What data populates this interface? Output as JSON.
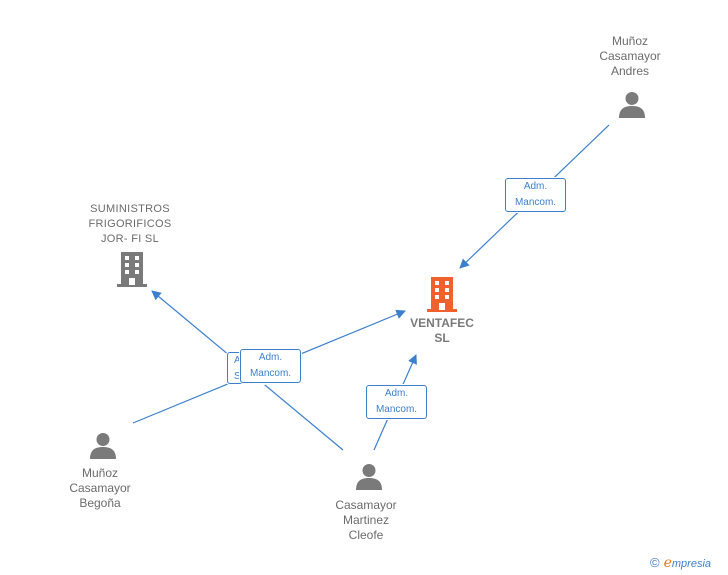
{
  "nodes": {
    "munoz_andres": {
      "label": "Muñoz\nCasamayor\nAndres",
      "icon": "person-icon"
    },
    "suministros": {
      "label": "SUMINISTROS\nFRIGORIFICOS\nJOR- FI SL",
      "icon": "building-icon"
    },
    "ventafec": {
      "label": "VENTAFEC\nSL",
      "icon": "building-icon"
    },
    "munoz_begona": {
      "label": "Muñoz\nCasamayor\nBegoña",
      "icon": "person-icon"
    },
    "casamayor_cleofe": {
      "label": "Casamayor\nMartinez\nCleofe",
      "icon": "person-icon"
    }
  },
  "edge_labels": {
    "andres_ventafec": "Adm.\nMancom.",
    "cleofe_ventafec": "Adm.\nMancom.",
    "begona_ventafec": "Adm.\nMancom.",
    "behind_partial": "Ad\nS"
  },
  "colors": {
    "edge": "#3c7fcf",
    "person": "#7a7a7a",
    "company": "#7a7a7a",
    "focus_company": "#f0612d"
  },
  "brand": {
    "copyright": "©",
    "initial": "e",
    "rest": "mpresia"
  }
}
